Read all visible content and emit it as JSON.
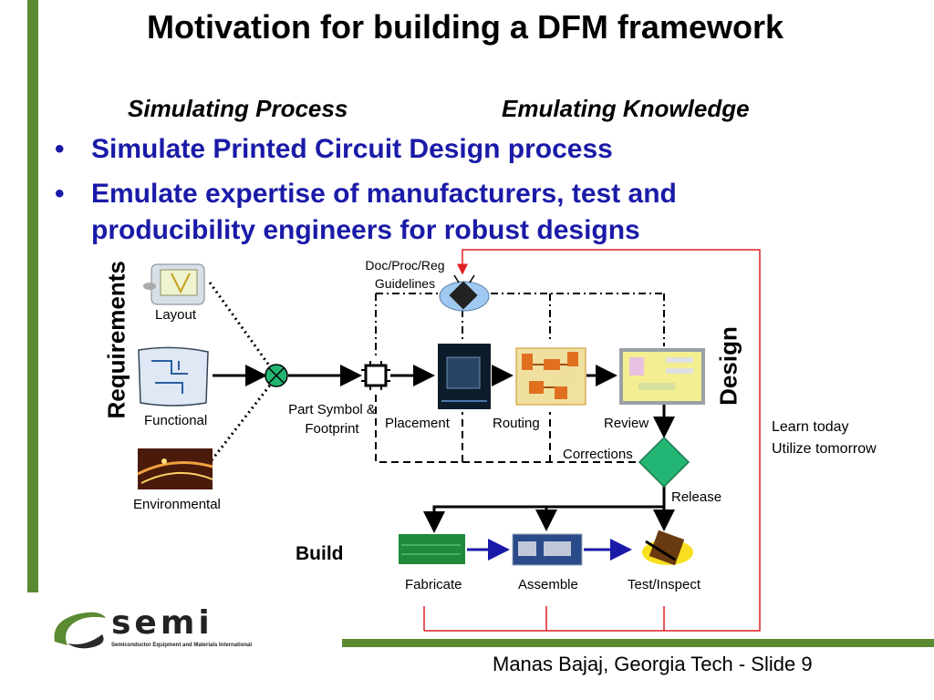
{
  "slide": {
    "title": "Motivation for building a DFM framework",
    "subtitle_left": "Simulating Process",
    "subtitle_right": "Emulating Knowledge",
    "bullets": [
      "Simulate Printed Circuit Design process",
      "Emulate expertise of manufacturers, test and producibility engineers for robust designs"
    ],
    "bullet_symbol": "•",
    "footer": "Manas Bajaj, Georgia Tech - Slide 9"
  },
  "diagram": {
    "requirements_label": "Requirements",
    "design_label": "Design",
    "build_label": "Build",
    "inputs": [
      "Layout",
      "Functional",
      "Environmental"
    ],
    "guidelines_label": "Doc/Proc/Reg Guidelines",
    "part_symbol_label": "Part Symbol & Footprint",
    "design_steps": [
      "Placement",
      "Routing",
      "Review"
    ],
    "corrections_label": "Corrections",
    "release_label": "Release",
    "build_steps": [
      "Fabricate",
      "Assemble",
      "Test/Inspect"
    ],
    "learn_note": [
      "Learn today",
      "Utilize tomorrow"
    ]
  },
  "logo": {
    "brand": "semi",
    "tagline": "Semiconductor Equipment and Materials International"
  },
  "colors": {
    "accent_green": "#5a8a32",
    "bullet_blue": "#1a1aa8",
    "feedback_red": "#e02020",
    "decision_green": "#22b573",
    "build_arrow_blue": "#1a1aa8"
  }
}
